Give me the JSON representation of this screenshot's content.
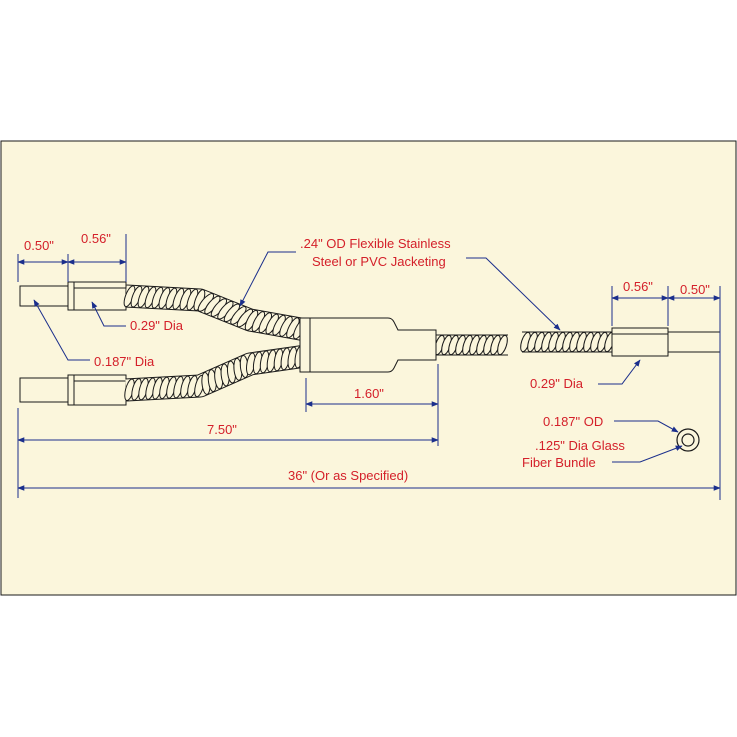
{
  "colors": {
    "panel_bg": "#fbf6dc",
    "panel_border": "#1a1a1a",
    "dimension_line": "#1b2f8c",
    "label_text": "#d4202a"
  },
  "labels": {
    "tip_length_left": "0.50\"",
    "ferrule_length_left": "0.56\"",
    "ferrule_dia_left": "0.29\" Dia",
    "tip_dia_left": "0.187\" Dia",
    "jacket_note_line1": ".24\" OD Flexible Stainless",
    "jacket_note_line2": "Steel or PVC Jacketing",
    "breakout_length": "1.60\"",
    "leg_length": "7.50\"",
    "overall_length": "36\" (Or as Specified)",
    "ferrule_length_right": "0.56\"",
    "tip_length_right": "0.50\"",
    "ferrule_dia_right": "0.29\" Dia",
    "tip_od_right": "0.187\" OD",
    "bundle_note_line1": ".125\" Dia Glass",
    "bundle_note_line2": "Fiber Bundle"
  }
}
